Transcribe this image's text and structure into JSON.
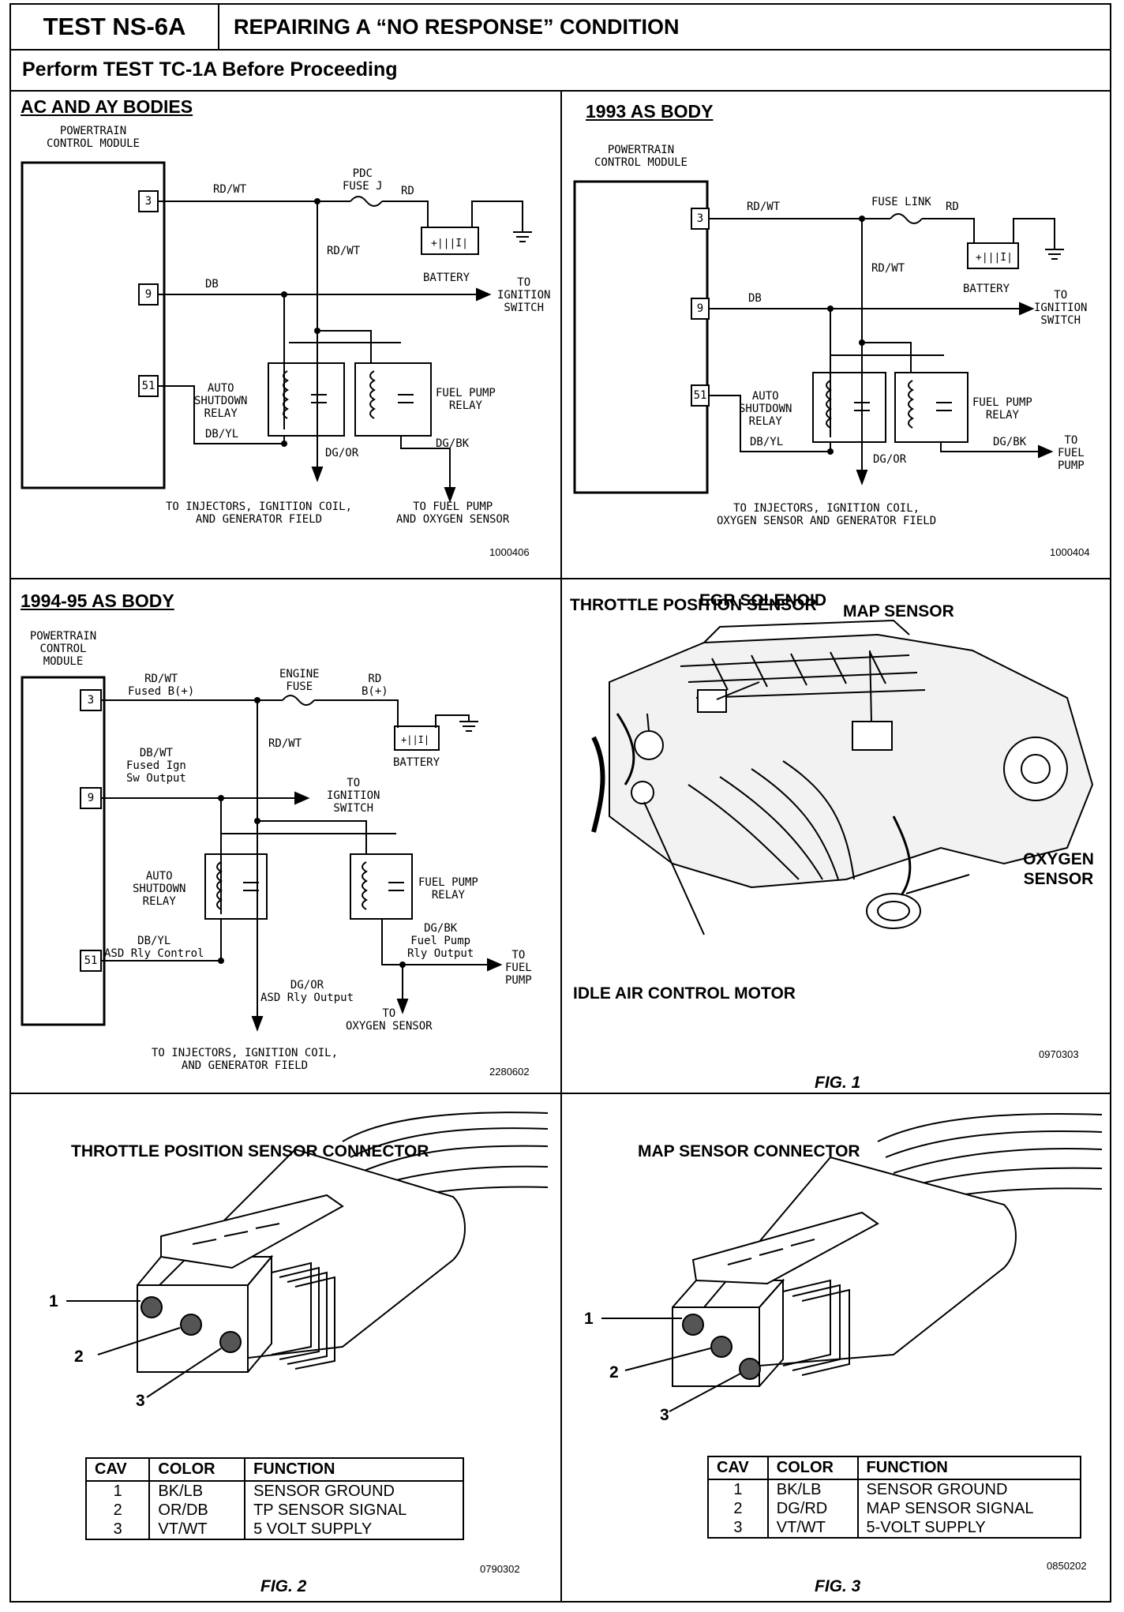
{
  "header": {
    "test_id": "TEST NS-6A",
    "title": "REPAIRING A “NO RESPONSE” CONDITION",
    "prerequisite": "Perform TEST TC-1A Before Proceeding"
  },
  "ac_ay": {
    "title": "AC AND AY BODIES",
    "module": "POWERTRAIN\nCONTROL MODULE",
    "pins": [
      "3",
      "9",
      "51"
    ],
    "wire_3": "RD/WT",
    "fuse": "PDC\nFUSE J",
    "wire_rd": "RD",
    "wire_vert": "RD/WT",
    "battery": "BATTERY",
    "wire_9": "DB",
    "ignition": "TO\nIGNITION\nSWITCH",
    "asd_relay": "AUTO\nSHUTDOWN\nRELAY",
    "fp_relay": "FUEL PUMP\nRELAY",
    "wire_51": "DB/YL",
    "wire_dgor": "DG/OR",
    "wire_dgbk": "DG/BK",
    "to_injectors": "TO INJECTORS, IGNITION COIL,\nAND GENERATOR FIELD",
    "to_fuel_pump": "TO FUEL PUMP\nAND OXYGEN SENSOR",
    "image_no": "1000406"
  },
  "as93": {
    "title": "1993 AS BODY",
    "module": "POWERTRAIN\nCONTROL MODULE",
    "pins": [
      "3",
      "9",
      "51"
    ],
    "wire_3": "RD/WT",
    "fuse": "FUSE LINK",
    "wire_rd": "RD",
    "wire_vert": "RD/WT",
    "battery": "BATTERY",
    "wire_9": "DB",
    "ignition": "TO\nIGNITION\nSWITCH",
    "asd_relay": "AUTO\nSHUTDOWN\nRELAY",
    "fp_relay": "FUEL PUMP\nRELAY",
    "wire_51": "DB/YL",
    "wire_dgor": "DG/OR",
    "wire_dgbk": "DG/BK",
    "to_fuel_pump": "TO\nFUEL\nPUMP",
    "to_injectors": "TO INJECTORS, IGNITION COIL,\nOXYGEN SENSOR AND GENERATOR FIELD",
    "image_no": "1000404"
  },
  "as9495": {
    "title": "1994-95 AS BODY",
    "module": "POWERTRAIN\nCONTROL\nMODULE",
    "pins": [
      "3",
      "9",
      "51"
    ],
    "wire_3": "RD/WT\nFused B(+)",
    "fuse": "ENGINE\nFUSE",
    "wire_rd": "RD\nB(+)",
    "wire_vert": "RD/WT",
    "battery": "BATTERY",
    "wire_9": "DB/WT\nFused Ign\nSw Output",
    "ignition": "TO\nIGNITION\nSWITCH",
    "asd_relay": "AUTO\nSHUTDOWN\nRELAY",
    "fp_relay": "FUEL PUMP\nRELAY",
    "wire_51": "DB/YL\nASD Rly Control",
    "wire_dgbk": "DG/BK\nFuel Pump\nRly Output",
    "to_fuel_pump": "TO\nFUEL\nPUMP",
    "wire_dgor": "DG/OR\nASD Rly Output",
    "to_oxygen": "TO\nOXYGEN SENSOR",
    "to_injectors": "TO INJECTORS, IGNITION COIL,\nAND GENERATOR FIELD",
    "image_no": "2280602"
  },
  "fig1": {
    "labels": {
      "throttle": "THROTTLE\nPOSITION\nSENSOR",
      "egr": "EGR\nSOLENOID",
      "map": "MAP SENSOR",
      "oxygen": "OXYGEN\nSENSOR",
      "iac": "IDLE AIR\nCONTROL MOTOR"
    },
    "image_no": "0970303",
    "caption": "FIG. 1"
  },
  "fig2": {
    "title": "THROTTLE POSITION\nSENSOR CONNECTOR",
    "callouts": [
      "1",
      "2",
      "3"
    ],
    "table": {
      "headers": [
        "CAV",
        "COLOR",
        "FUNCTION"
      ],
      "rows": [
        [
          "1",
          "BK/LB",
          "SENSOR GROUND"
        ],
        [
          "2",
          "OR/DB",
          "TP SENSOR SIGNAL"
        ],
        [
          "3",
          "VT/WT",
          "5 VOLT SUPPLY"
        ]
      ]
    },
    "image_no": "0790302",
    "caption": "FIG. 2"
  },
  "fig3": {
    "title": "MAP SENSOR\nCONNECTOR",
    "callouts": [
      "1",
      "2",
      "3"
    ],
    "table": {
      "headers": [
        "CAV",
        "COLOR",
        "FUNCTION"
      ],
      "rows": [
        [
          "1",
          "BK/LB",
          "SENSOR GROUND"
        ],
        [
          "2",
          "DG/RD",
          "MAP SENSOR SIGNAL"
        ],
        [
          "3",
          "VT/WT",
          "5-VOLT SUPPLY"
        ]
      ]
    },
    "image_no": "0850202",
    "caption": "FIG. 3"
  }
}
